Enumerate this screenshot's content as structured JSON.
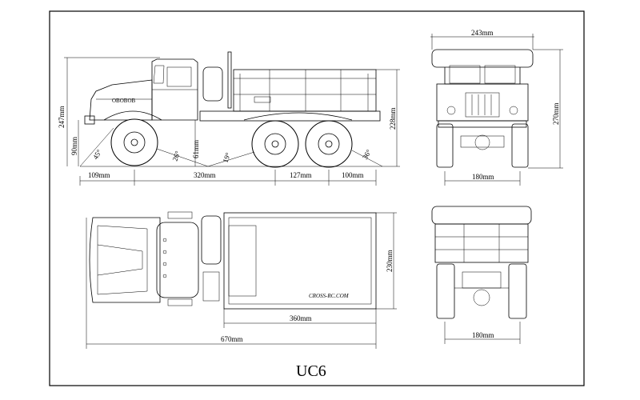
{
  "title": "UC6",
  "side_view": {
    "length_front_overhang": "109mm",
    "wheelbase_front": "320mm",
    "wheelbase_rear": "127mm",
    "rear_overhang": "100mm",
    "height_total": "247mm",
    "height_bed": "228mm",
    "ground_clearance": "90mm",
    "step_height": "61mm",
    "angle_approach": "45°",
    "angle_a": "26°",
    "angle_b": "19°",
    "angle_departure": "36°",
    "cab_text": "ОВОВОВ"
  },
  "front_view": {
    "width_top": "243mm",
    "height": "270mm",
    "track": "180mm"
  },
  "top_view": {
    "width": "230mm",
    "bed_length": "360mm",
    "total_length": "670mm",
    "bed_text": "CROSS-RC.COM"
  },
  "rear_view": {
    "track": "180mm"
  }
}
